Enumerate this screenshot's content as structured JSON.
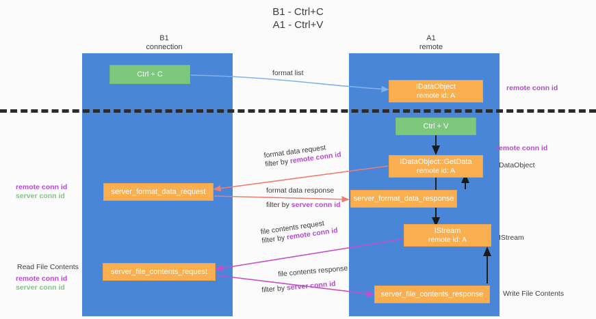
{
  "title": {
    "line1": "B1 - Ctrl+C",
    "line2": "A1 - Ctrl+V"
  },
  "lanes": [
    {
      "id": "b1",
      "head_line1": "B1",
      "head_line2": "connection"
    },
    {
      "id": "a1",
      "head_line1": "A1",
      "head_line2": "remote"
    }
  ],
  "nodes": {
    "ctrl_c": {
      "line1": "Ctrl + C",
      "line2": ""
    },
    "idataobject": {
      "line1": "IDataObject",
      "line2": "remote id: A"
    },
    "ctrl_v": {
      "line1": "Ctrl + V",
      "line2": ""
    },
    "getdata": {
      "line1": "IDataObject::GetData",
      "line2": "remote id: A"
    },
    "fmt_req": {
      "line1": "server_format_data_request",
      "line2": ""
    },
    "fmt_resp": {
      "line1": "server_format_data_response",
      "line2": ""
    },
    "istream": {
      "line1": "IStream",
      "line2": "remote id: A"
    },
    "file_req": {
      "line1": "server_file_contents_request",
      "line2": ""
    },
    "file_resp": {
      "line1": "server_file_contents_response",
      "line2": ""
    }
  },
  "edge_labels": {
    "format_list": {
      "text": "format list"
    },
    "fmt_data_request": {
      "line1": "format data request",
      "filter_prefix": "filter by ",
      "filter_key": "remote conn id"
    },
    "fmt_data_response": {
      "line1": "format data response",
      "filter_prefix": "filter by ",
      "filter_key": "server conn id"
    },
    "file_contents_request": {
      "line1": "file contents request",
      "filter_prefix": "filter by ",
      "filter_key": "remote conn id"
    },
    "file_contents_response": {
      "line1": "file contents response",
      "filter_prefix": "filter by ",
      "filter_key": "server conn id"
    }
  },
  "margin_notes": {
    "right_top_remote": "remote conn id",
    "right_mid_remote": "remote conn id",
    "right_dataobject": "DataObject",
    "right_istream": "IStream",
    "right_write_file": "Write File Contents",
    "left_remote": "remote conn id",
    "left_server": "server conn id",
    "left_read_file": "Read File Contents",
    "left_remote2": "remote conn id",
    "left_server2": "server conn id"
  },
  "colors": {
    "lane": "#4a86d8",
    "green_node": "#7ec87e",
    "orange_node": "#f9ae4f",
    "remote_conn_id": "#b44bd0",
    "server_conn_id": "#7ec87e",
    "divider": "#2b2b2b",
    "edge_blue": "#7fb3e8",
    "edge_red": "#ef7d72",
    "edge_magenta": "#c84ec8",
    "edge_dark": "#1a1a1a"
  }
}
